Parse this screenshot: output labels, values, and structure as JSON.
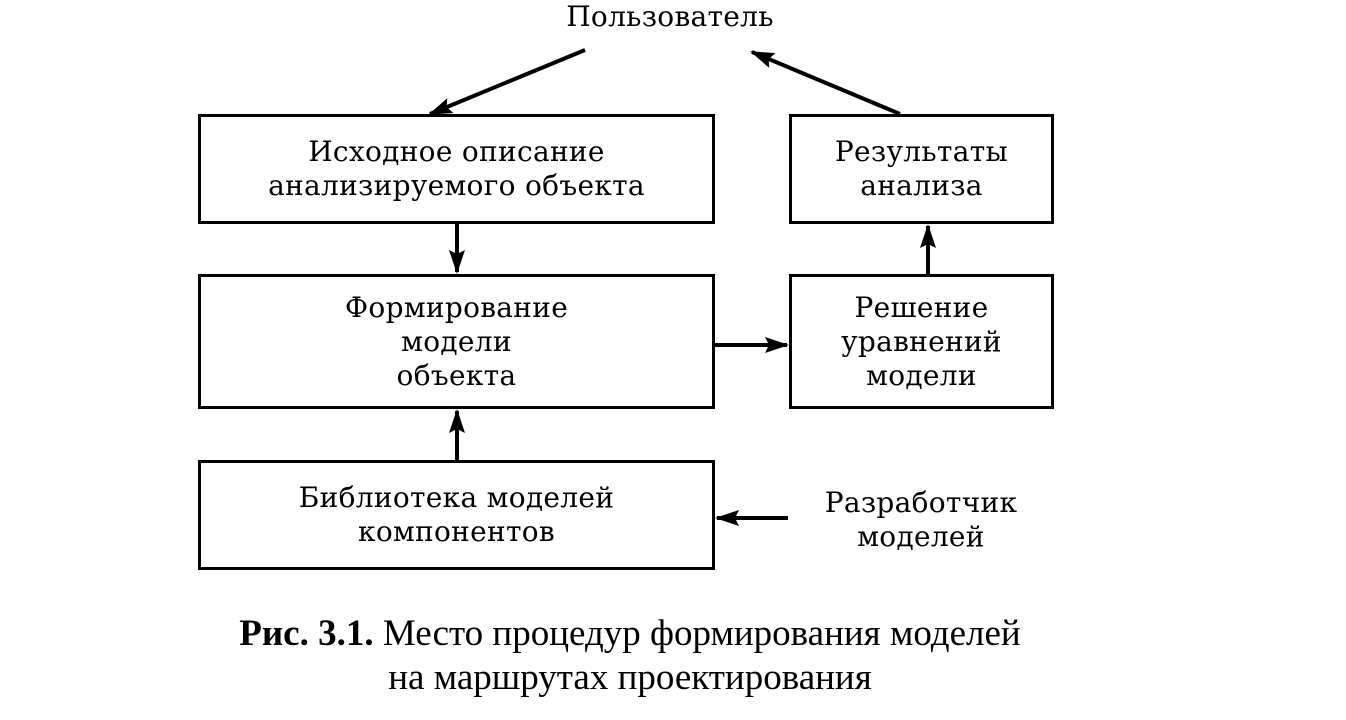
{
  "diagram": {
    "user_label": "Пользователь",
    "developer_label": [
      "Разработчик",
      "моделей"
    ],
    "boxes": {
      "source_description": [
        "Исходное описание",
        "анализируемого объекта"
      ],
      "model_forming": [
        "Формирование",
        "модели",
        "объекта"
      ],
      "component_library": [
        "Библиотека моделей",
        "компонентов"
      ],
      "analysis_results": [
        "Результаты",
        "анализа"
      ],
      "equation_solving": [
        "Решение",
        "уравнений",
        "модели"
      ]
    }
  },
  "caption": {
    "figure_number": "Рис. 3.1.",
    "text_line1": "Место процедур формирования моделей",
    "text_line2": "на маршрутах проектирования"
  }
}
